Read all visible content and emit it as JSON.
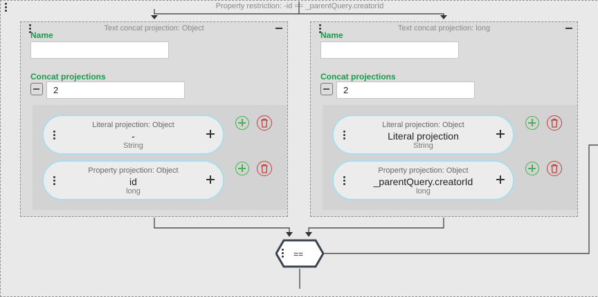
{
  "outer": {
    "title": "Property restriction: -id == _parentQuery.creatorId"
  },
  "panels": [
    {
      "title": "Text concat projection: Object",
      "name_label": "Name",
      "name_value": "",
      "concat_label": "Concat projections",
      "count": "2",
      "items": [
        {
          "title": "Literal projection: Object",
          "value": "-",
          "type": "String"
        },
        {
          "title": "Property projection: Object",
          "value": "id",
          "type": "long"
        }
      ]
    },
    {
      "title": "Text concat projection: long",
      "name_label": "Name",
      "name_value": "",
      "concat_label": "Concat projections",
      "count": "2",
      "items": [
        {
          "title": "Literal projection: Object",
          "value": "Literal projection",
          "type": "String"
        },
        {
          "title": "Property projection: Object",
          "value": "_parentQuery.creatorId",
          "type": "long"
        }
      ]
    }
  ],
  "operator": {
    "label": "=="
  },
  "colors": {
    "label_green": "#1a9a4a",
    "add_green": "#44b54e",
    "delete_red": "#c23b3b",
    "pill_border": "#a9dcef"
  },
  "icons": [
    "drag-handle-icon",
    "collapse-icon",
    "plus-icon",
    "add-circle-icon",
    "trash-icon"
  ]
}
